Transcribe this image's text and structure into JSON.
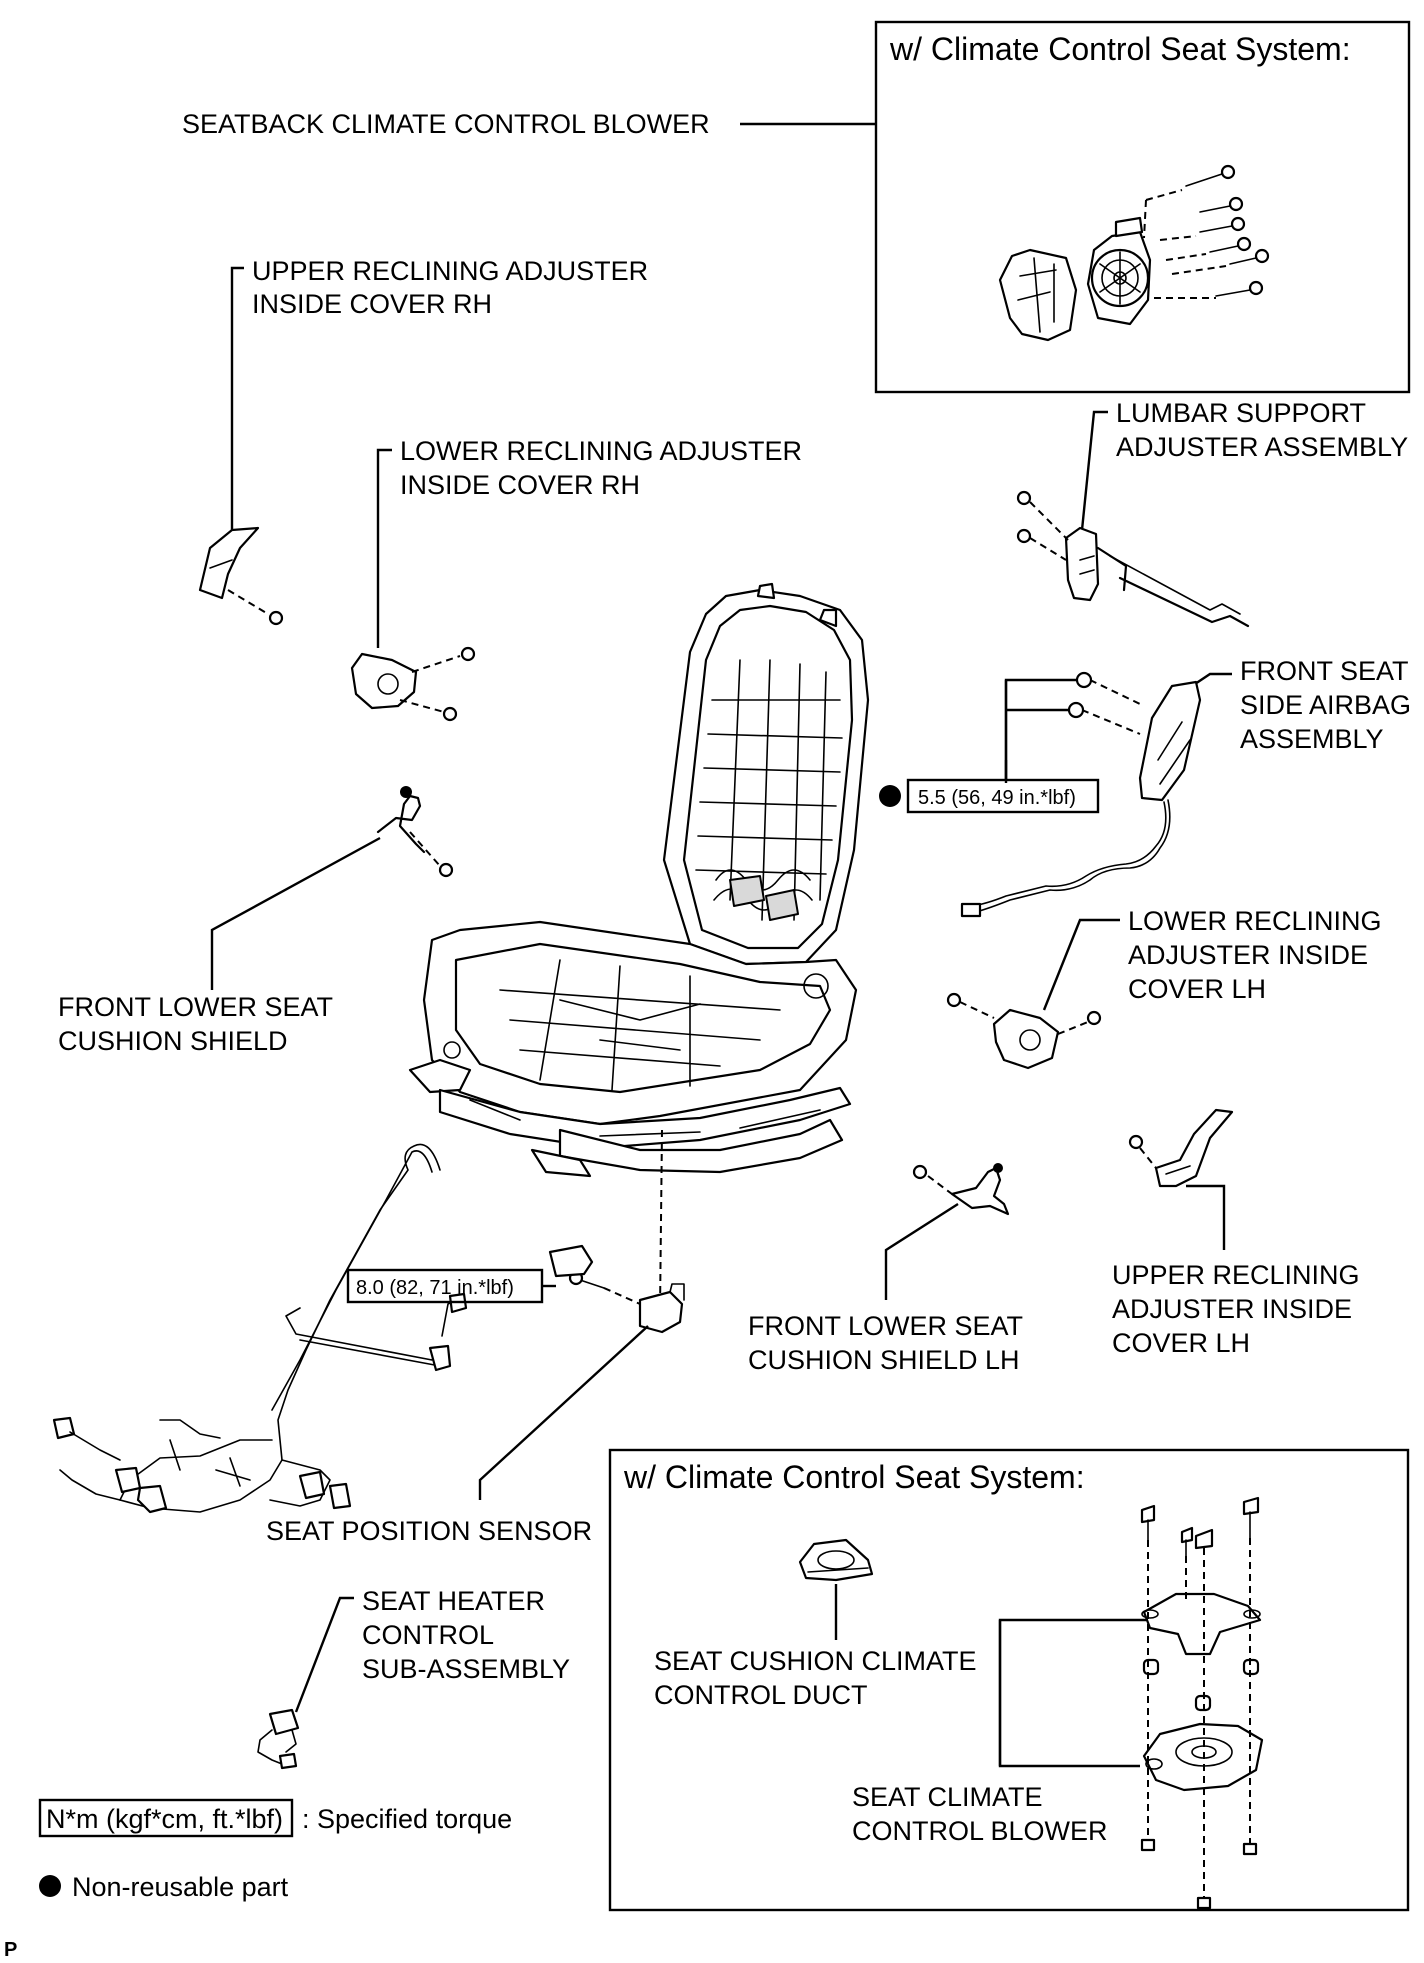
{
  "inset_top": {
    "title": "w/ Climate Control Seat System:"
  },
  "inset_bottom": {
    "title": "w/ Climate Control Seat System:"
  },
  "labels": {
    "seatback_blower": "SEATBACK CLIMATE CONTROL BLOWER",
    "upper_rh_1": "UPPER RECLINING ADJUSTER",
    "upper_rh_2": "INSIDE COVER RH",
    "lower_rh_1": "LOWER RECLINING ADJUSTER",
    "lower_rh_2": "INSIDE COVER RH",
    "lumbar_1": "LUMBAR SUPPORT",
    "lumbar_2": "ADJUSTER ASSEMBLY",
    "airbag_1": "FRONT SEAT",
    "airbag_2": "SIDE AIRBAG",
    "airbag_3": "ASSEMBLY",
    "front_shield_1": "FRONT LOWER SEAT",
    "front_shield_2": "CUSHION SHIELD",
    "lower_lh_1": "LOWER RECLINING",
    "lower_lh_2": "ADJUSTER INSIDE",
    "lower_lh_3": "COVER LH",
    "front_shield_lh_1": "FRONT LOWER SEAT",
    "front_shield_lh_2": "CUSHION SHIELD LH",
    "upper_lh_1": "UPPER RECLINING",
    "upper_lh_2": "ADJUSTER INSIDE",
    "upper_lh_3": "COVER LH",
    "sensor": "SEAT POSITION SENSOR",
    "heater_1": "SEAT HEATER",
    "heater_2": "CONTROL",
    "heater_3": "SUB-ASSEMBLY",
    "duct_1": "SEAT CUSHION CLIMATE",
    "duct_2": "CONTROL DUCT",
    "seat_blower_1": "SEAT CLIMATE",
    "seat_blower_2": "CONTROL BLOWER"
  },
  "torques": {
    "airbag_nut": "5.5 (56, 49 in.*lbf)",
    "sensor_bolt": "8.0 (82, 71 in.*lbf)"
  },
  "legend": {
    "torque_box": "N*m (kgf*cm, ft.*lbf)",
    "torque_text": ": Specified torque",
    "nonreusable_text": "Non-reusable part"
  },
  "corner_mark": "P"
}
